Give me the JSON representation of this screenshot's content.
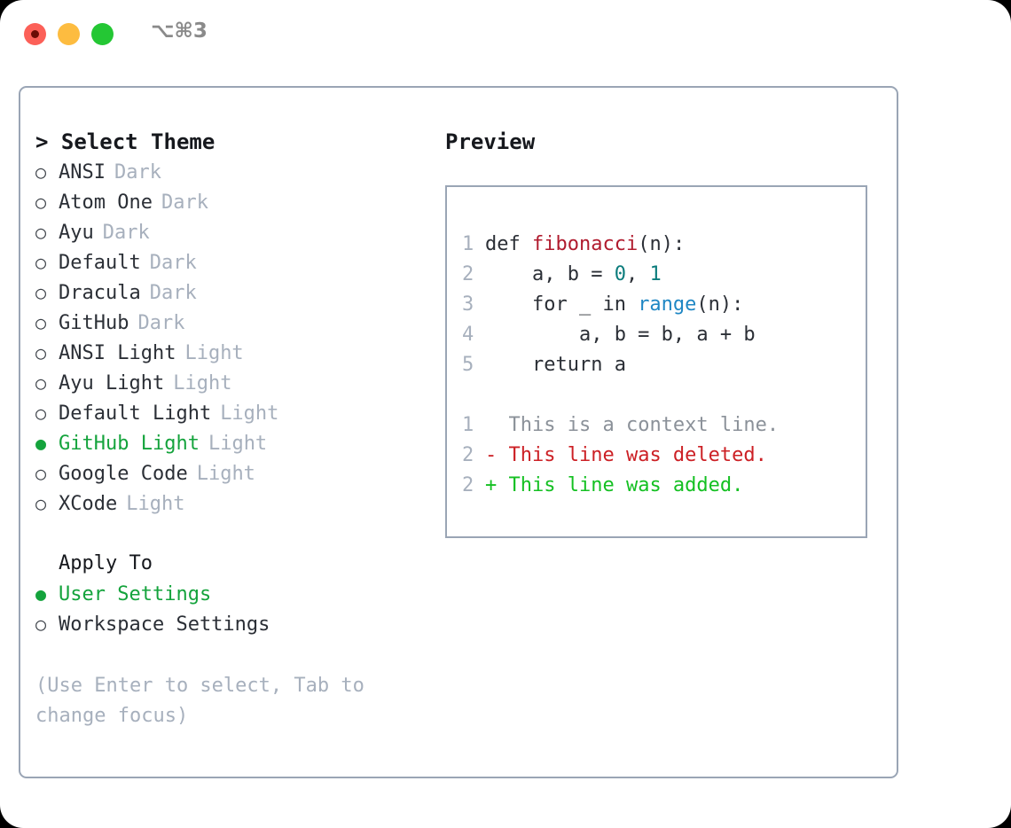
{
  "titlebar": {
    "shortcut": "⌥⌘3",
    "lights": [
      "close-red",
      "minimize-yellow",
      "maximize-green"
    ]
  },
  "theme_panel": {
    "header": "> Select Theme",
    "items": [
      {
        "name": "ANSI",
        "kind": "Dark",
        "selected": false,
        "bullet": "○"
      },
      {
        "name": "Atom One",
        "kind": "Dark",
        "selected": false,
        "bullet": "○"
      },
      {
        "name": "Ayu",
        "kind": "Dark",
        "selected": false,
        "bullet": "○"
      },
      {
        "name": "Default",
        "kind": "Dark",
        "selected": false,
        "bullet": "○"
      },
      {
        "name": "Dracula",
        "kind": "Dark",
        "selected": false,
        "bullet": "○"
      },
      {
        "name": "GitHub",
        "kind": "Dark",
        "selected": false,
        "bullet": "○"
      },
      {
        "name": "ANSI Light",
        "kind": "Light",
        "selected": false,
        "bullet": "○"
      },
      {
        "name": "Ayu Light",
        "kind": "Light",
        "selected": false,
        "bullet": "○"
      },
      {
        "name": "Default Light",
        "kind": "Light",
        "selected": false,
        "bullet": "○"
      },
      {
        "name": "GitHub Light",
        "kind": "Light",
        "selected": true,
        "bullet": "●"
      },
      {
        "name": "Google Code",
        "kind": "Light",
        "selected": false,
        "bullet": "○"
      },
      {
        "name": "XCode",
        "kind": "Light",
        "selected": false,
        "bullet": "○"
      }
    ]
  },
  "apply_to": {
    "title": "Apply To",
    "options": [
      {
        "label": "User Settings",
        "selected": true,
        "bullet": "●"
      },
      {
        "label": "Workspace Settings",
        "selected": false,
        "bullet": "○"
      }
    ]
  },
  "hint": "(Use Enter to select, Tab to change focus)",
  "preview": {
    "header": "Preview",
    "code_lines": [
      {
        "num": "1",
        "segments": [
          {
            "text": "def ",
            "style": "plain"
          },
          {
            "text": "fibonacci",
            "style": "fn"
          },
          {
            "text": "(n):",
            "style": "plain"
          }
        ]
      },
      {
        "num": "2",
        "segments": [
          {
            "text": "    a, b = ",
            "style": "plain"
          },
          {
            "text": "0",
            "style": "num"
          },
          {
            "text": ", ",
            "style": "plain"
          },
          {
            "text": "1",
            "style": "num"
          }
        ]
      },
      {
        "num": "3",
        "segments": [
          {
            "text": "    for _ in ",
            "style": "plain"
          },
          {
            "text": "range",
            "style": "call"
          },
          {
            "text": "(n):",
            "style": "plain"
          }
        ]
      },
      {
        "num": "4",
        "segments": [
          {
            "text": "        a, b = b, a + b",
            "style": "plain"
          }
        ]
      },
      {
        "num": "5",
        "segments": [
          {
            "text": "    return a",
            "style": "plain"
          }
        ]
      }
    ],
    "diff_lines": [
      {
        "num": "1",
        "marker": "  ",
        "text": "This is a context line.",
        "style": "ctx"
      },
      {
        "num": "2",
        "marker": "- ",
        "text": "This line was deleted.",
        "style": "del"
      },
      {
        "num": "2",
        "marker": "+ ",
        "text": "This line was added.",
        "style": "add"
      }
    ]
  },
  "colors": {
    "accent_green": "#14a33c",
    "muted": "#a7b0bd",
    "border": "#9aa5b5",
    "fn_red": "#b01b2e",
    "num_teal": "#0b7c7c",
    "call_blue": "#1f87c4",
    "diff_delete": "#cc2025",
    "diff_add": "#14c022"
  }
}
